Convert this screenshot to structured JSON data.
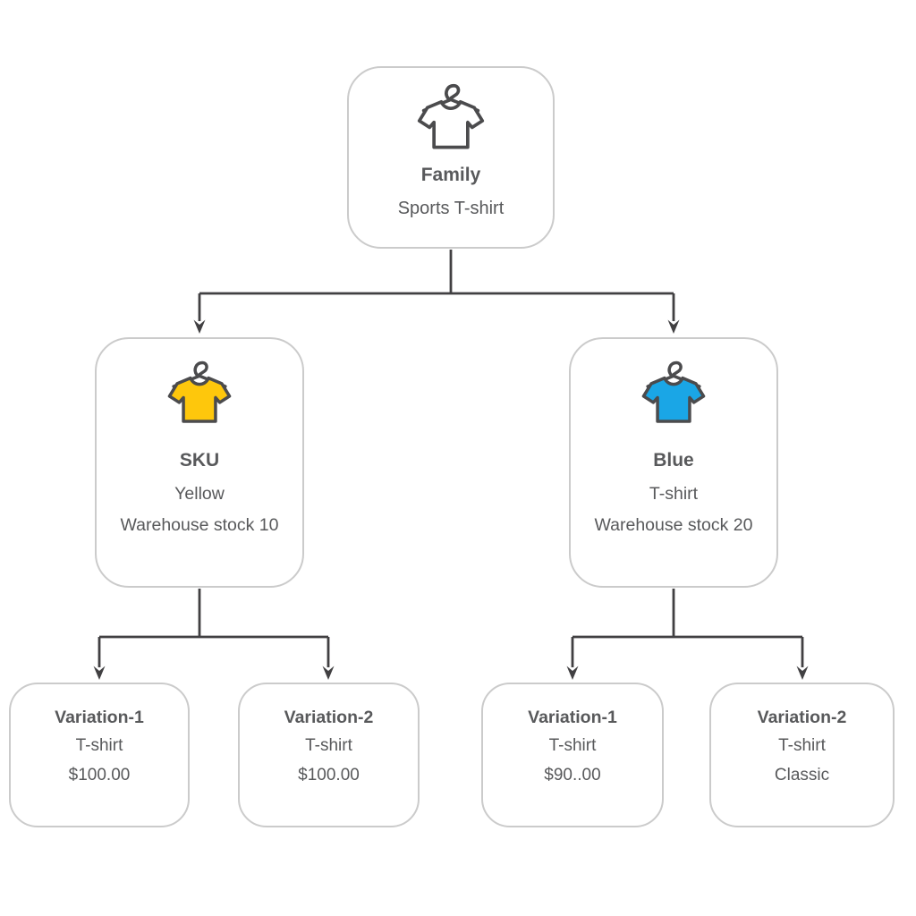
{
  "colors": {
    "node_border": "#cbcbcb",
    "connector": "#414042",
    "text": "#58595b",
    "shirt_outline": "#4b4b4d",
    "shirt_fill_family": "#ffffff",
    "shirt_fill_yellow": "#fec70c",
    "shirt_fill_blue": "#1aa6e6"
  },
  "icons": {
    "family": "tshirt-on-hanger-icon",
    "sku_yellow": "tshirt-on-hanger-icon-yellow",
    "sku_blue": "tshirt-on-hanger-icon-blue"
  },
  "nodes": {
    "family": {
      "title": "Family",
      "line1": "Sports T-shirt"
    },
    "sku_yellow": {
      "title": "SKU",
      "line1": "Yellow",
      "line2": "Warehouse stock 10"
    },
    "sku_blue": {
      "title": "Blue",
      "line1": "T-shirt",
      "line2": "Warehouse stock 20"
    },
    "variation_yellow_1": {
      "title": "Variation-1",
      "line1": "T-shirt",
      "line2": "$100.00"
    },
    "variation_yellow_2": {
      "title": "Variation-2",
      "line1": "T-shirt",
      "line2": "$100.00"
    },
    "variation_blue_1": {
      "title": "Variation-1",
      "line1": "T-shirt",
      "line2": "$90..00"
    },
    "variation_blue_2": {
      "title": "Variation-2",
      "line1": "T-shirt",
      "line2": "Classic"
    }
  }
}
